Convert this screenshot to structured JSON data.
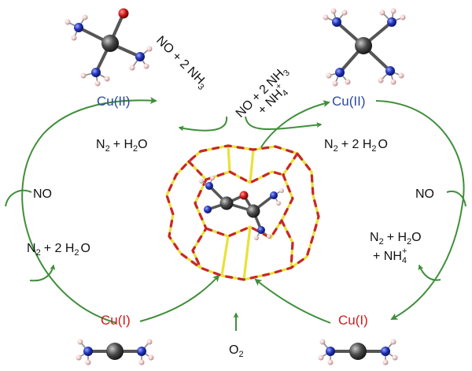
{
  "colors": {
    "arrow": "#3f8f3a",
    "cu2": "#2b4aa0",
    "cu1": "#d01c1c",
    "text": "#111111",
    "zeolite_si": "#e8e23a",
    "zeolite_o": "#c8262a",
    "atom_n": "#2233b8",
    "atom_h": "#f0c8c8",
    "atom_cu": "#4a4a4a",
    "atom_o": "#d01a1a"
  },
  "labels": {
    "cu2_left": "Cu(II)",
    "cu2_right": "Cu(II)",
    "cu1_left": "Cu(I)",
    "cu1_right": "Cu(I)",
    "no_left": "NO",
    "no_right": "NO",
    "o2_main": "O",
    "o2_sub": "2",
    "in_left": {
      "part1": "NO + 2 NH",
      "sub": "3"
    },
    "in_right": {
      "line1_part1": "NO + 2 NH",
      "line1_sub": "3",
      "line2_part1": "+ NH",
      "line2_sub": "4",
      "line2_sup": "+"
    },
    "out_top_left": {
      "n2": "N",
      "n2_sub": "2",
      "rest": "+ H",
      "h_sub": "2",
      "tail": "O"
    },
    "out_top_right": {
      "n2": "N",
      "n2_sub": "2",
      "rest": "+ 2 H",
      "h_sub": "2",
      "tail": "O"
    },
    "out_left": {
      "n2": "N",
      "n2_sub": "2",
      "rest": "+ 2 H",
      "h_sub": "2",
      "tail": "O"
    },
    "out_right": {
      "l1_n2": "N",
      "l1_n2_sub": "2",
      "l1_rest": "+ H",
      "l1_h_sub": "2",
      "l1_tail": "O",
      "l2_part": "+ NH",
      "l2_sub": "4",
      "l2_sup": "+"
    }
  }
}
